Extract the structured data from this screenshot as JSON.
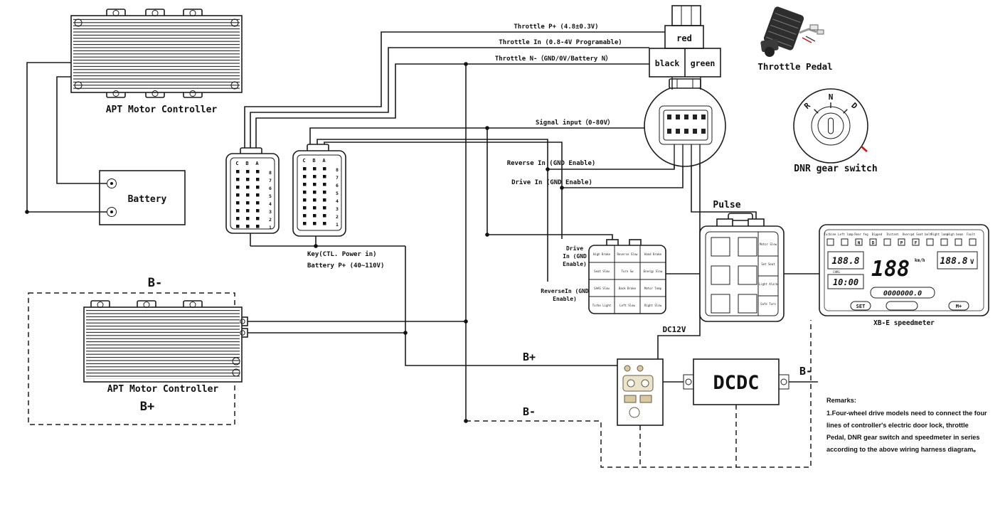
{
  "colors": {
    "line": "#1c1c1c",
    "red_wire": "#cc1111",
    "tan": "#d8c9a3"
  },
  "top_controller": {
    "label": "APT Motor Controller"
  },
  "bottom_controller": {
    "label": "APT Motor Controller",
    "b_plus": "B+"
  },
  "battery": {
    "label": "Battery"
  },
  "wire_labels": {
    "throttle_p": "Throttle P+ (4.8±0.3V)",
    "throttle_in": "Throttle In (0.8-4V Programable)",
    "throttle_n": "Throttle N-（GND/0V/Battery N）",
    "signal": "Signal input（0-80V）",
    "reverse": "Reverse In (GND Enable)",
    "drive": "Drive In (GND Enable)",
    "pulse": "Pulse",
    "key": "Key(CTL. Power in)",
    "battery_p": "Battery P+ (40~110V)",
    "b_minus_left": "B-",
    "b_plus_mid": "B+",
    "b_minus_mid": "B-",
    "dc12v": "DC12V",
    "dcdc_b_minus": "B-"
  },
  "throttle_box": {
    "red": "red",
    "black": "black",
    "green": "green",
    "caption": "Throttle Pedal"
  },
  "dnr": {
    "caption": "DNR gear switch",
    "positions": [
      "R",
      "N",
      "D"
    ]
  },
  "connectors": [
    {
      "header": [
        "C",
        "B",
        "A"
      ],
      "pins": [
        "8",
        "7",
        "6",
        "5",
        "4",
        "3",
        "2",
        "1"
      ]
    },
    {
      "header": [
        "C",
        "B",
        "A"
      ],
      "pins": [
        "8",
        "7",
        "6",
        "5",
        "4",
        "3",
        "2",
        "1"
      ]
    }
  ],
  "mid_connector": {
    "drive_label": [
      "Drive",
      "In (GND",
      "Enable)"
    ],
    "reverse_label": [
      "ReverseIn (GND",
      "Enable)"
    ],
    "cells": [
      "High Brake",
      "Reverse Slow",
      "Hand Brake",
      "Seat Slow",
      "Turn Sw",
      "Energy Slow",
      "SAAS Slow",
      "Back Brake",
      "Motor Temp",
      "Turbo Light",
      "Left Slow",
      "Right Slow"
    ]
  },
  "big_connector": {
    "cells": [
      "Motor Slow",
      "Set Seat",
      "Light Alarm",
      "Safe Turn"
    ]
  },
  "dcdc": {
    "label": "DCDC"
  },
  "speedometer": {
    "caption": "XB-E speedmeter",
    "left_value": "188.8",
    "chrg": "CHRG",
    "clock": "10:00",
    "speed": "188",
    "speed_unit": "km/h",
    "odometer": "0000000.0",
    "right_value": "188.8",
    "right_unit": "V",
    "btn_left": "SET",
    "btn_right": "M+",
    "indicators": [
      "",
      "",
      "N",
      "D",
      "",
      "P",
      "F",
      "",
      "",
      "",
      ""
    ],
    "indicator_labels": [
      "Turbine",
      "Left lamp",
      "Rear fog",
      "Dipped",
      "Distant",
      "Overspd",
      "Seat belt",
      "Right lamp",
      "High beam",
      "Fault"
    ]
  },
  "remarks": {
    "title": "Remarks:",
    "lines": [
      "1.Four-wheel drive models need to connect the four",
      "lines of controller's electric door lock, throttle",
      "Pedal, DNR gear switch and speedmeter in series",
      "according to the above wiring harness diagram。"
    ]
  }
}
